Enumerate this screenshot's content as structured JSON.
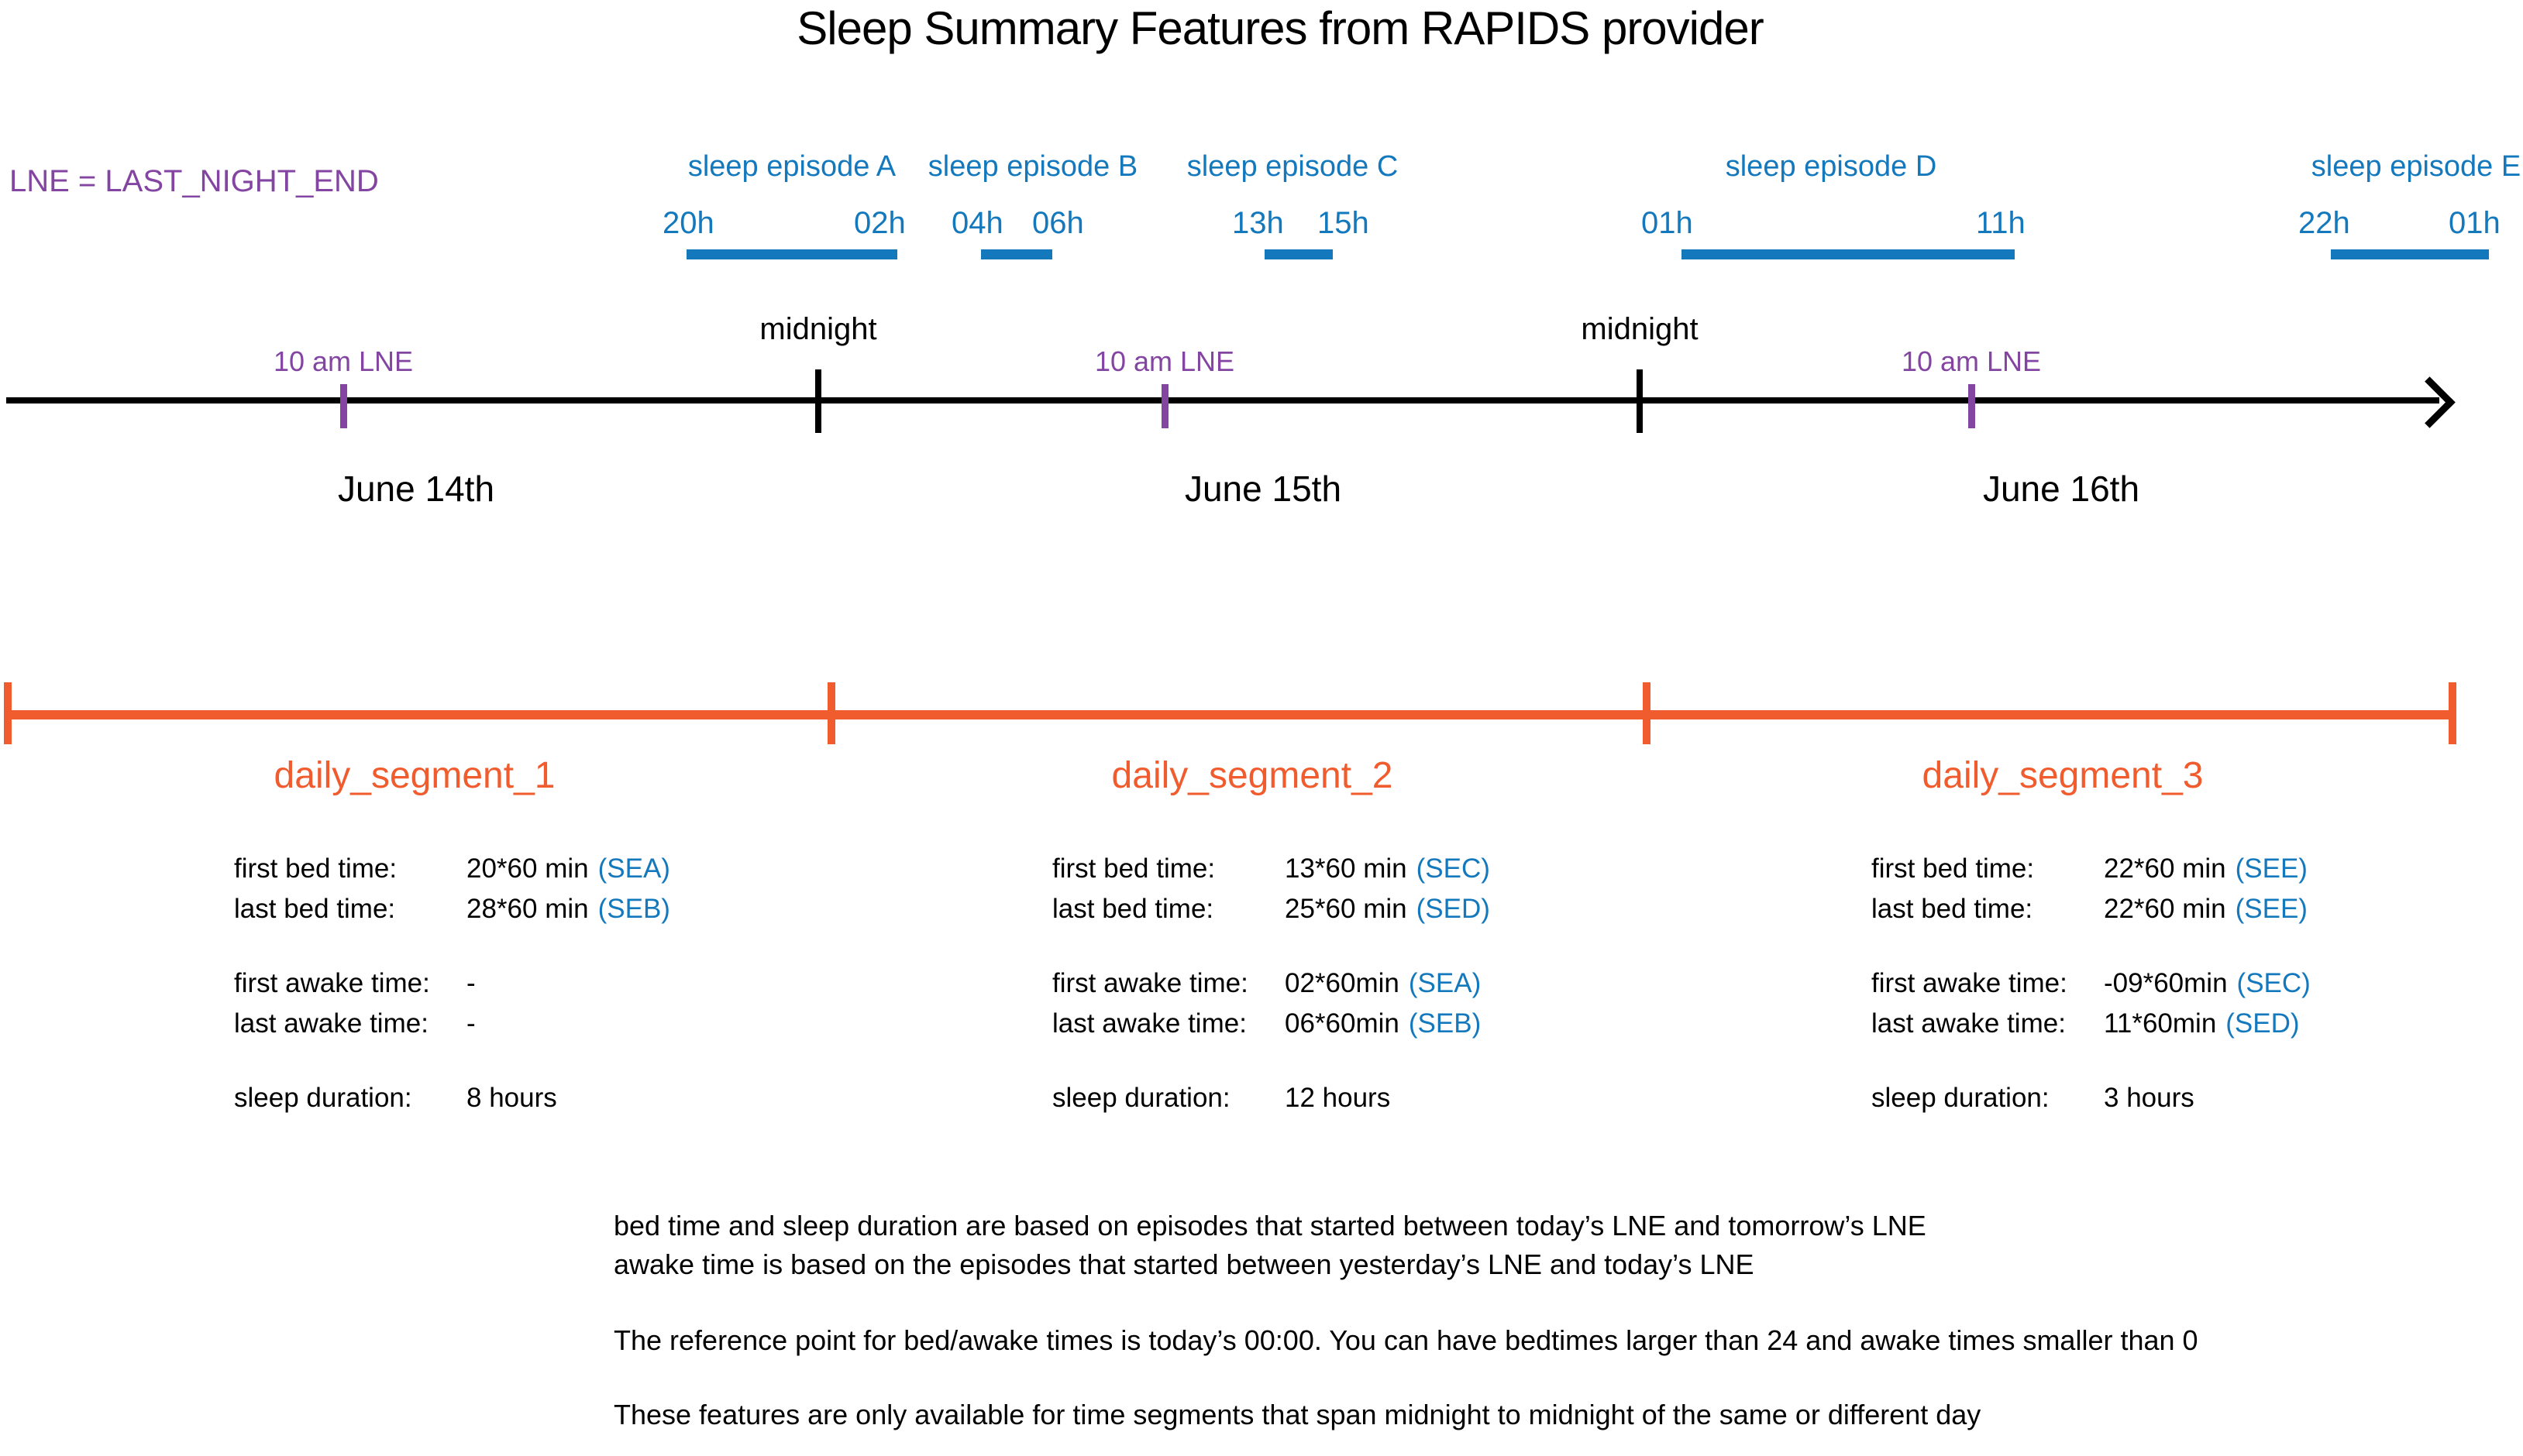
{
  "title": "Sleep Summary Features from RAPIDS provider",
  "lne_note": "LNE = LAST_NIGHT_END",
  "colors": {
    "blue": "#1478bd",
    "purple": "#8345a1",
    "orange": "#f05c2e"
  },
  "episodes": [
    {
      "name": "sleep episode A",
      "start": "20h",
      "end": "02h"
    },
    {
      "name": "sleep episode B",
      "start": "04h",
      "end": "06h"
    },
    {
      "name": "sleep episode C",
      "start": "13h",
      "end": "15h"
    },
    {
      "name": "sleep episode D",
      "start": "01h",
      "end": "11h"
    },
    {
      "name": "sleep episode E",
      "start": "22h",
      "end": "01h"
    }
  ],
  "timeline": {
    "midnight_label": "midnight",
    "lne_label": "10 am LNE",
    "dates": [
      "June 14th",
      "June 15th",
      "June 16th"
    ]
  },
  "segments": [
    {
      "name": "daily_segment_1",
      "rows": [
        {
          "label": "first bed time:",
          "value": "20*60 min",
          "code": "(SEA)"
        },
        {
          "label": "last bed time:",
          "value": "28*60 min",
          "code": "(SEB)"
        },
        {
          "label": "first awake time:",
          "value": "-",
          "code": ""
        },
        {
          "label": "last awake time:",
          "value": "-",
          "code": ""
        },
        {
          "label": "sleep duration:",
          "value": "8 hours",
          "code": ""
        }
      ]
    },
    {
      "name": "daily_segment_2",
      "rows": [
        {
          "label": "first bed time:",
          "value": "13*60 min",
          "code": "(SEC)"
        },
        {
          "label": "last bed time:",
          "value": "25*60 min",
          "code": "(SED)"
        },
        {
          "label": "first awake time:",
          "value": "02*60min",
          "code": "(SEA)"
        },
        {
          "label": "last awake time:",
          "value": "06*60min",
          "code": "(SEB)"
        },
        {
          "label": "sleep duration:",
          "value": "12 hours",
          "code": ""
        }
      ]
    },
    {
      "name": "daily_segment_3",
      "rows": [
        {
          "label": "first bed time:",
          "value": "22*60 min",
          "code": "(SEE)"
        },
        {
          "label": "last bed time:",
          "value": "22*60 min",
          "code": "(SEE)"
        },
        {
          "label": "first awake time:",
          "value": "-09*60min",
          "code": "(SEC)"
        },
        {
          "label": "last awake time:",
          "value": "11*60min",
          "code": "(SED)"
        },
        {
          "label": "sleep duration:",
          "value": "3 hours",
          "code": ""
        }
      ]
    }
  ],
  "notes": [
    "bed time and sleep duration are based on episodes that started between today’s LNE and tomorrow’s LNE",
    "awake time is based on the episodes that started between yesterday’s LNE and today’s LNE",
    "The reference point for bed/awake times is today’s 00:00. You can have bedtimes larger than 24 and awake times smaller than 0",
    "These features are only available for time segments that span midnight to midnight of the same or different day"
  ]
}
